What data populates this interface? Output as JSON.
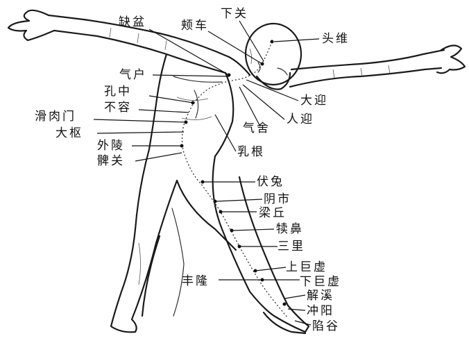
{
  "labels": {
    "quepen": "缺盆",
    "jiache": "颊车",
    "xiaguan": "下关",
    "touwei": "头维",
    "qihu": "气户",
    "kongzhong": "孔中",
    "burong": "不容",
    "huaroumen": "滑肉门",
    "tianshu": "大枢",
    "wailing": "外陵",
    "biguan": "髀关",
    "daying": "大迎",
    "renying": "人迎",
    "qishe": "气舍",
    "rugen": "乳根",
    "futu": "伏兔",
    "yinshi": "阴市",
    "liangqiu": "梁丘",
    "dubi": "犊鼻",
    "sanli": "三里",
    "shangjuxu": "上巨虚",
    "fenglong": "丰隆",
    "xiajuxu": "下巨虚",
    "jiexi": "解溪",
    "chongyang": "冲阳",
    "xiangu": "陷谷"
  }
}
